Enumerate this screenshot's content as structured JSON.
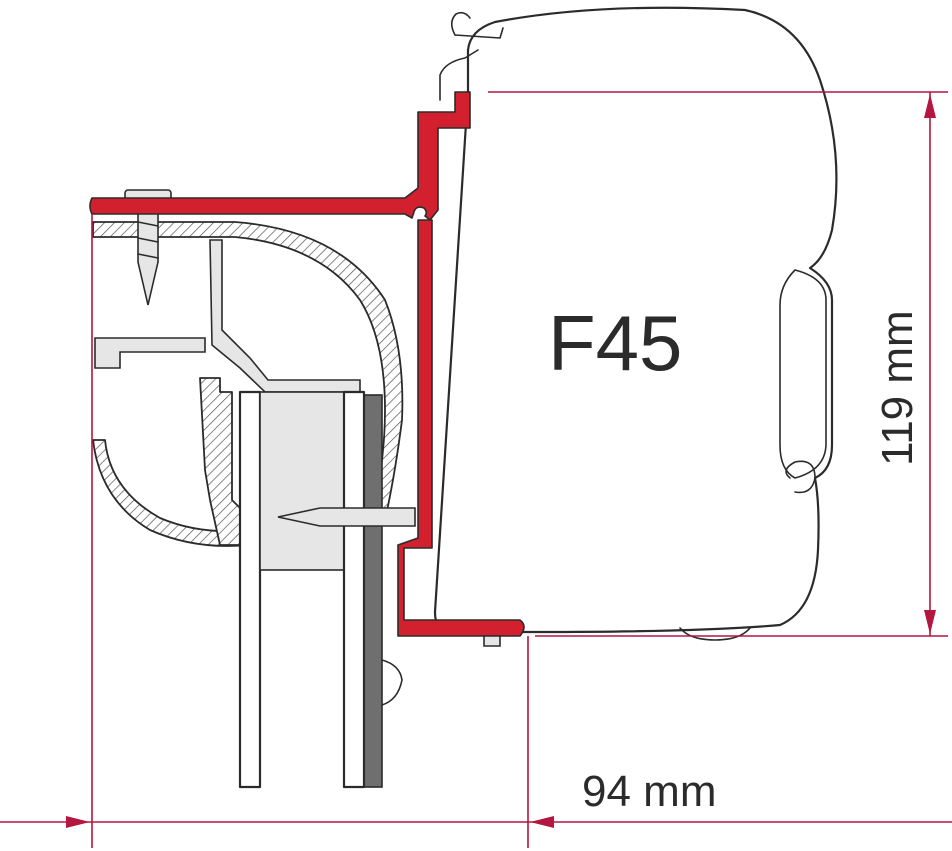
{
  "diagram": {
    "model_label": "F45",
    "height_dimension": "119 mm",
    "depth_dimension": "94 mm",
    "colors": {
      "adapter_rail": "#d2202e",
      "dimension_lines": "#b3163f",
      "outline": "#2b2b2b",
      "wall_panel_dark": "#6f6f6f",
      "fill_light": "#e6e6e6"
    },
    "icons": {
      "screw": "screw-icon",
      "hook": "hook-icon"
    }
  }
}
